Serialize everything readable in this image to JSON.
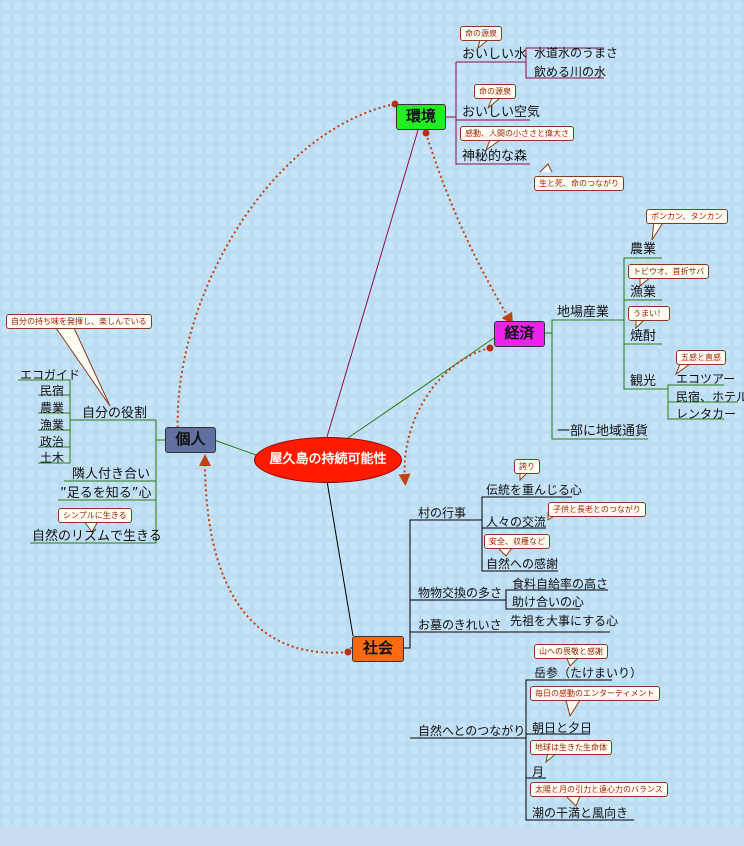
{
  "center": "屋久島の持続可能性",
  "topics": {
    "environment": "環境",
    "economy": "経済",
    "individual": "個人",
    "society": "社会"
  },
  "environment": {
    "water": {
      "label": "おいしい水",
      "note": "命の源泉",
      "children": [
        "水道水のうまさ",
        "飲める川の水"
      ]
    },
    "air": {
      "label": "おいしい空気",
      "note": "命の源泉"
    },
    "forest": {
      "label": "神秘的な森",
      "note_top": "感動、人間の小ささと偉大さ",
      "note_bottom": "生と死、命のつながり"
    }
  },
  "economy": {
    "local": {
      "label": "地場産業",
      "agri": {
        "label": "農業",
        "note": "ポンカン、タンカン"
      },
      "fish": {
        "label": "漁業",
        "note": "トビウオ、首折サバ"
      },
      "shochu": {
        "label": "焼酎",
        "note": "うまい！"
      },
      "tourism": {
        "label": "観光",
        "note": "五感と直感",
        "children": [
          "エコツアー",
          "民宿、ホテル",
          "レンタカー"
        ]
      }
    },
    "currency": "一部に地域通貨"
  },
  "individual": {
    "role": {
      "label": "自分の役割",
      "note": "自分の持ち味を発揮し、楽しんでいる",
      "children": [
        "エコガイド",
        "民宿",
        "農業",
        "漁業",
        "政治",
        "土木"
      ]
    },
    "neighbors": "隣人付き合い",
    "enough": "”足るを知る”心",
    "rhythm": {
      "label": "自然のリズムで生きる",
      "note": "シンプルに生きる"
    }
  },
  "society": {
    "events": {
      "label": "村の行事",
      "tradition": {
        "label": "伝統を重んじる心",
        "note": "誇り"
      },
      "exchange": {
        "label": "人々の交流",
        "note": "子供と長老とのつながり"
      },
      "gratitude": {
        "label": "自然への感謝",
        "note": "安全、収穫など"
      }
    },
    "barter": {
      "label": "物物交換の多さ",
      "children": [
        "食料自給率の高さ",
        "助け合いの心"
      ]
    },
    "graves": {
      "label": "お墓のきれいさ",
      "child": "先祖を大事にする心"
    },
    "nature": {
      "label": "自然へとのつながり",
      "pilgrimage": {
        "label": "岳参（たけまいり）",
        "note": "山への畏敬と感謝"
      },
      "sunset": {
        "label": "朝日と夕日",
        "note": "毎日の感動のエンターティメント"
      },
      "moon": {
        "label": "月",
        "note": "地球は生きた生命体"
      },
      "tide": {
        "label": "潮の干満と風向き",
        "note": "太陽と月の引力と遠心力のバランス"
      }
    }
  }
}
